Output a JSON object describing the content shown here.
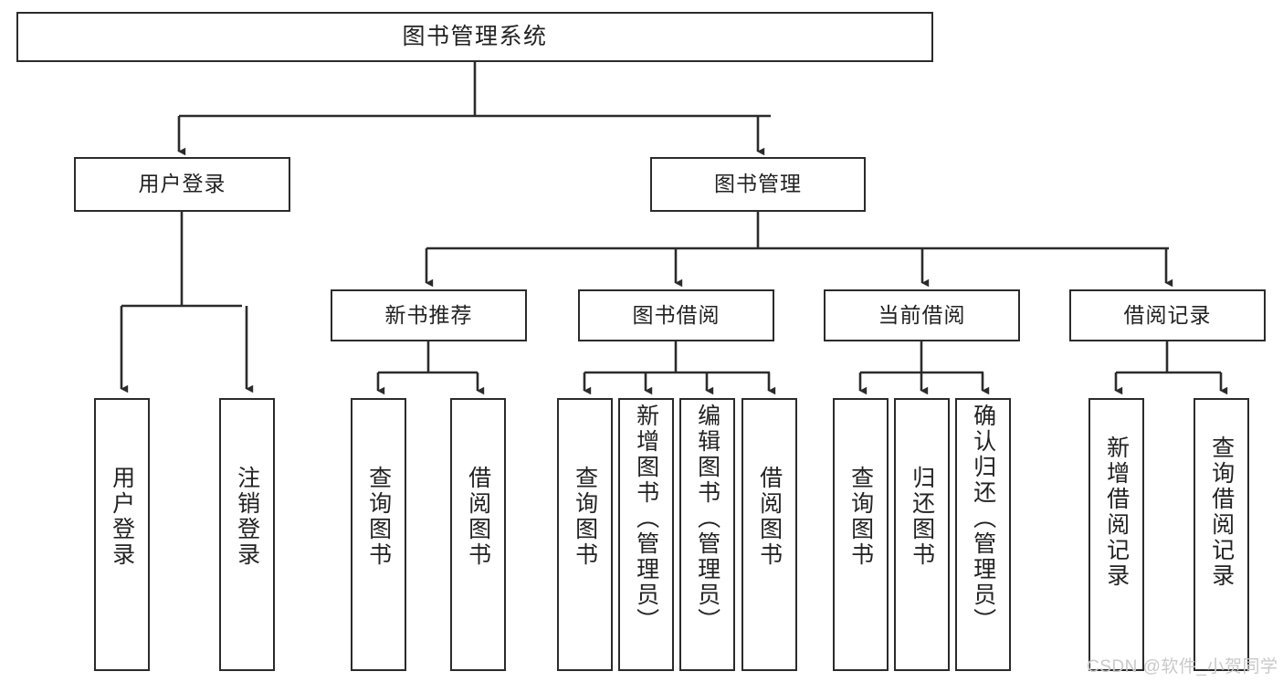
{
  "diagram": {
    "type": "hierarchy-tree",
    "title": "图书管理系统",
    "watermark": "CSDN @软件_小贺同学",
    "colors": {
      "stroke": "#2b2b2b",
      "fill": "#ffffff",
      "text": "#222222",
      "watermark": "#c9c9c9"
    },
    "nodes": {
      "root": {
        "label": "图书管理系统"
      },
      "level1": [
        {
          "label": "用户登录"
        },
        {
          "label": "图书管理"
        }
      ],
      "level2": [
        {
          "label": "新书推荐"
        },
        {
          "label": "图书借阅"
        },
        {
          "label": "当前借阅"
        },
        {
          "label": "借阅记录"
        }
      ],
      "leaves": {
        "user_login": [
          {
            "label": "用户登录"
          },
          {
            "label": "注销登录"
          }
        ],
        "new_book": [
          {
            "label": "查询图书"
          },
          {
            "label": "借阅图书"
          }
        ],
        "book_borrow": [
          {
            "label": "查询图书"
          },
          {
            "label": "新增图书（管理员）"
          },
          {
            "label": "编辑图书（管理员）"
          },
          {
            "label": "借阅图书"
          }
        ],
        "current_borrow": [
          {
            "label": "查询图书"
          },
          {
            "label": "归还图书"
          },
          {
            "label": "确认归还（管理员）"
          }
        ],
        "borrow_record": [
          {
            "label": "新增借阅记录"
          },
          {
            "label": "查询借阅记录"
          }
        ]
      }
    }
  }
}
